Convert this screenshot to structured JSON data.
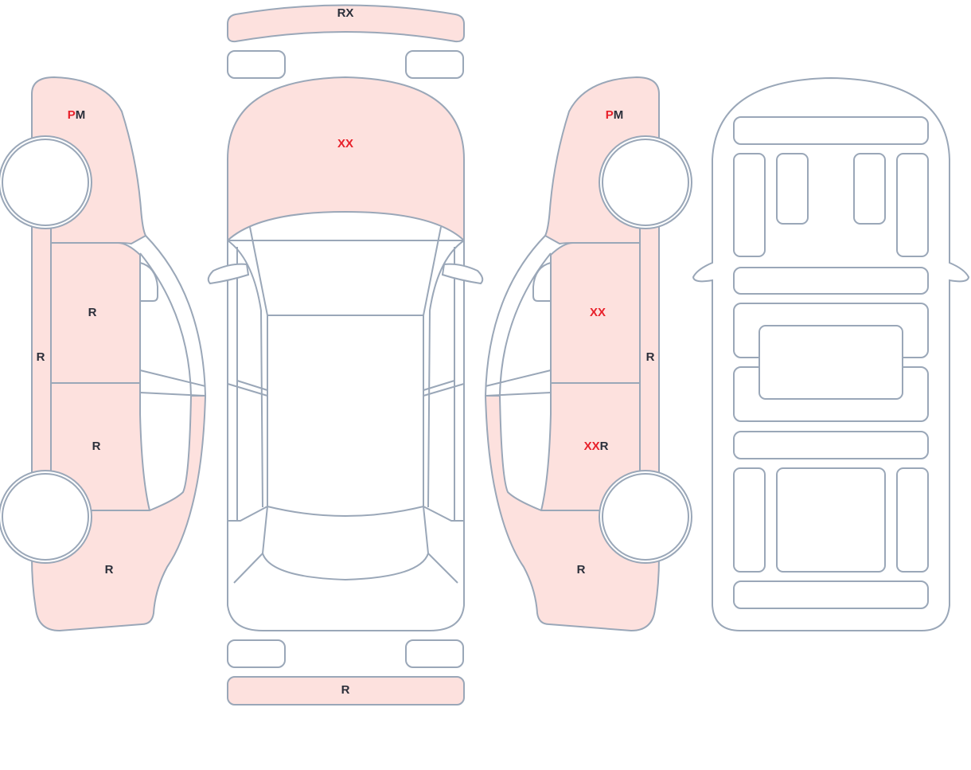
{
  "colors": {
    "damaged_fill": "#fde1de",
    "outline": "#9aa7b8",
    "severe": "#e8202a",
    "normal": "#2b2f3a"
  },
  "left_side": {
    "front_fender": [
      {
        "text": "P",
        "color": "#e8202a"
      },
      {
        "text": "M",
        "color": "#2b2f3a"
      }
    ],
    "front_door": [
      {
        "text": "R",
        "color": "#2b2f3a"
      }
    ],
    "rocker": [
      {
        "text": "R",
        "color": "#2b2f3a"
      }
    ],
    "rear_door": [
      {
        "text": "R",
        "color": "#2b2f3a"
      }
    ],
    "rear_quarter": [
      {
        "text": "R",
        "color": "#2b2f3a"
      }
    ]
  },
  "top_view": {
    "front_bumper": [
      {
        "text": "R",
        "color": "#2b2f3a"
      },
      {
        "text": "X",
        "color": "#2b2f3a"
      }
    ],
    "hood": [
      {
        "text": "XX",
        "color": "#e8202a"
      }
    ],
    "rear_bumper": [
      {
        "text": "R",
        "color": "#2b2f3a"
      }
    ]
  },
  "right_side": {
    "front_fender": [
      {
        "text": "P",
        "color": "#e8202a"
      },
      {
        "text": "M",
        "color": "#2b2f3a"
      }
    ],
    "front_door": [
      {
        "text": "XX",
        "color": "#e8202a"
      }
    ],
    "rocker": [
      {
        "text": "R",
        "color": "#2b2f3a"
      }
    ],
    "rear_door": [
      {
        "text": "XX",
        "color": "#e8202a"
      },
      {
        "text": "R",
        "color": "#2b2f3a"
      }
    ],
    "rear_quarter": [
      {
        "text": "R",
        "color": "#2b2f3a"
      }
    ]
  }
}
